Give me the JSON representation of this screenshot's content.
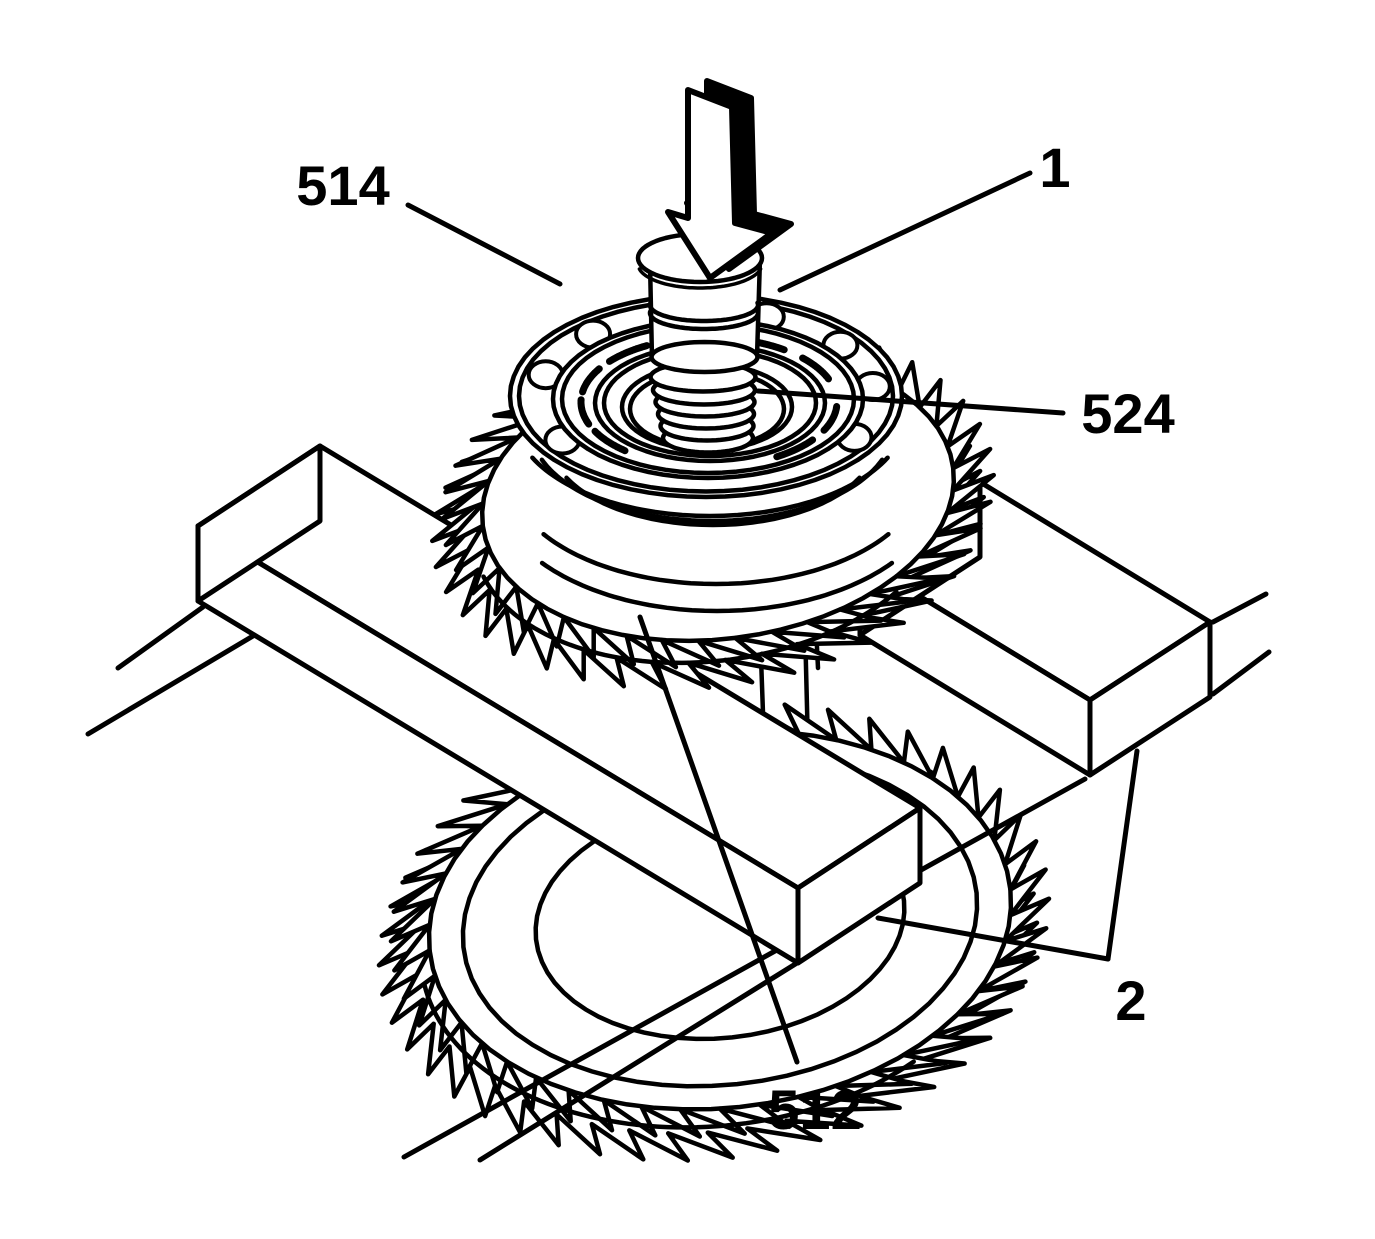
{
  "figure_labels": [
    {
      "text": "514"
    },
    {
      "text": "1"
    },
    {
      "text": "524"
    },
    {
      "text": "512"
    },
    {
      "text": "2"
    }
  ],
  "icons": {
    "press_arrow": "down-arrow"
  },
  "colors": {
    "line": "#000000",
    "background": "#ffffff"
  }
}
